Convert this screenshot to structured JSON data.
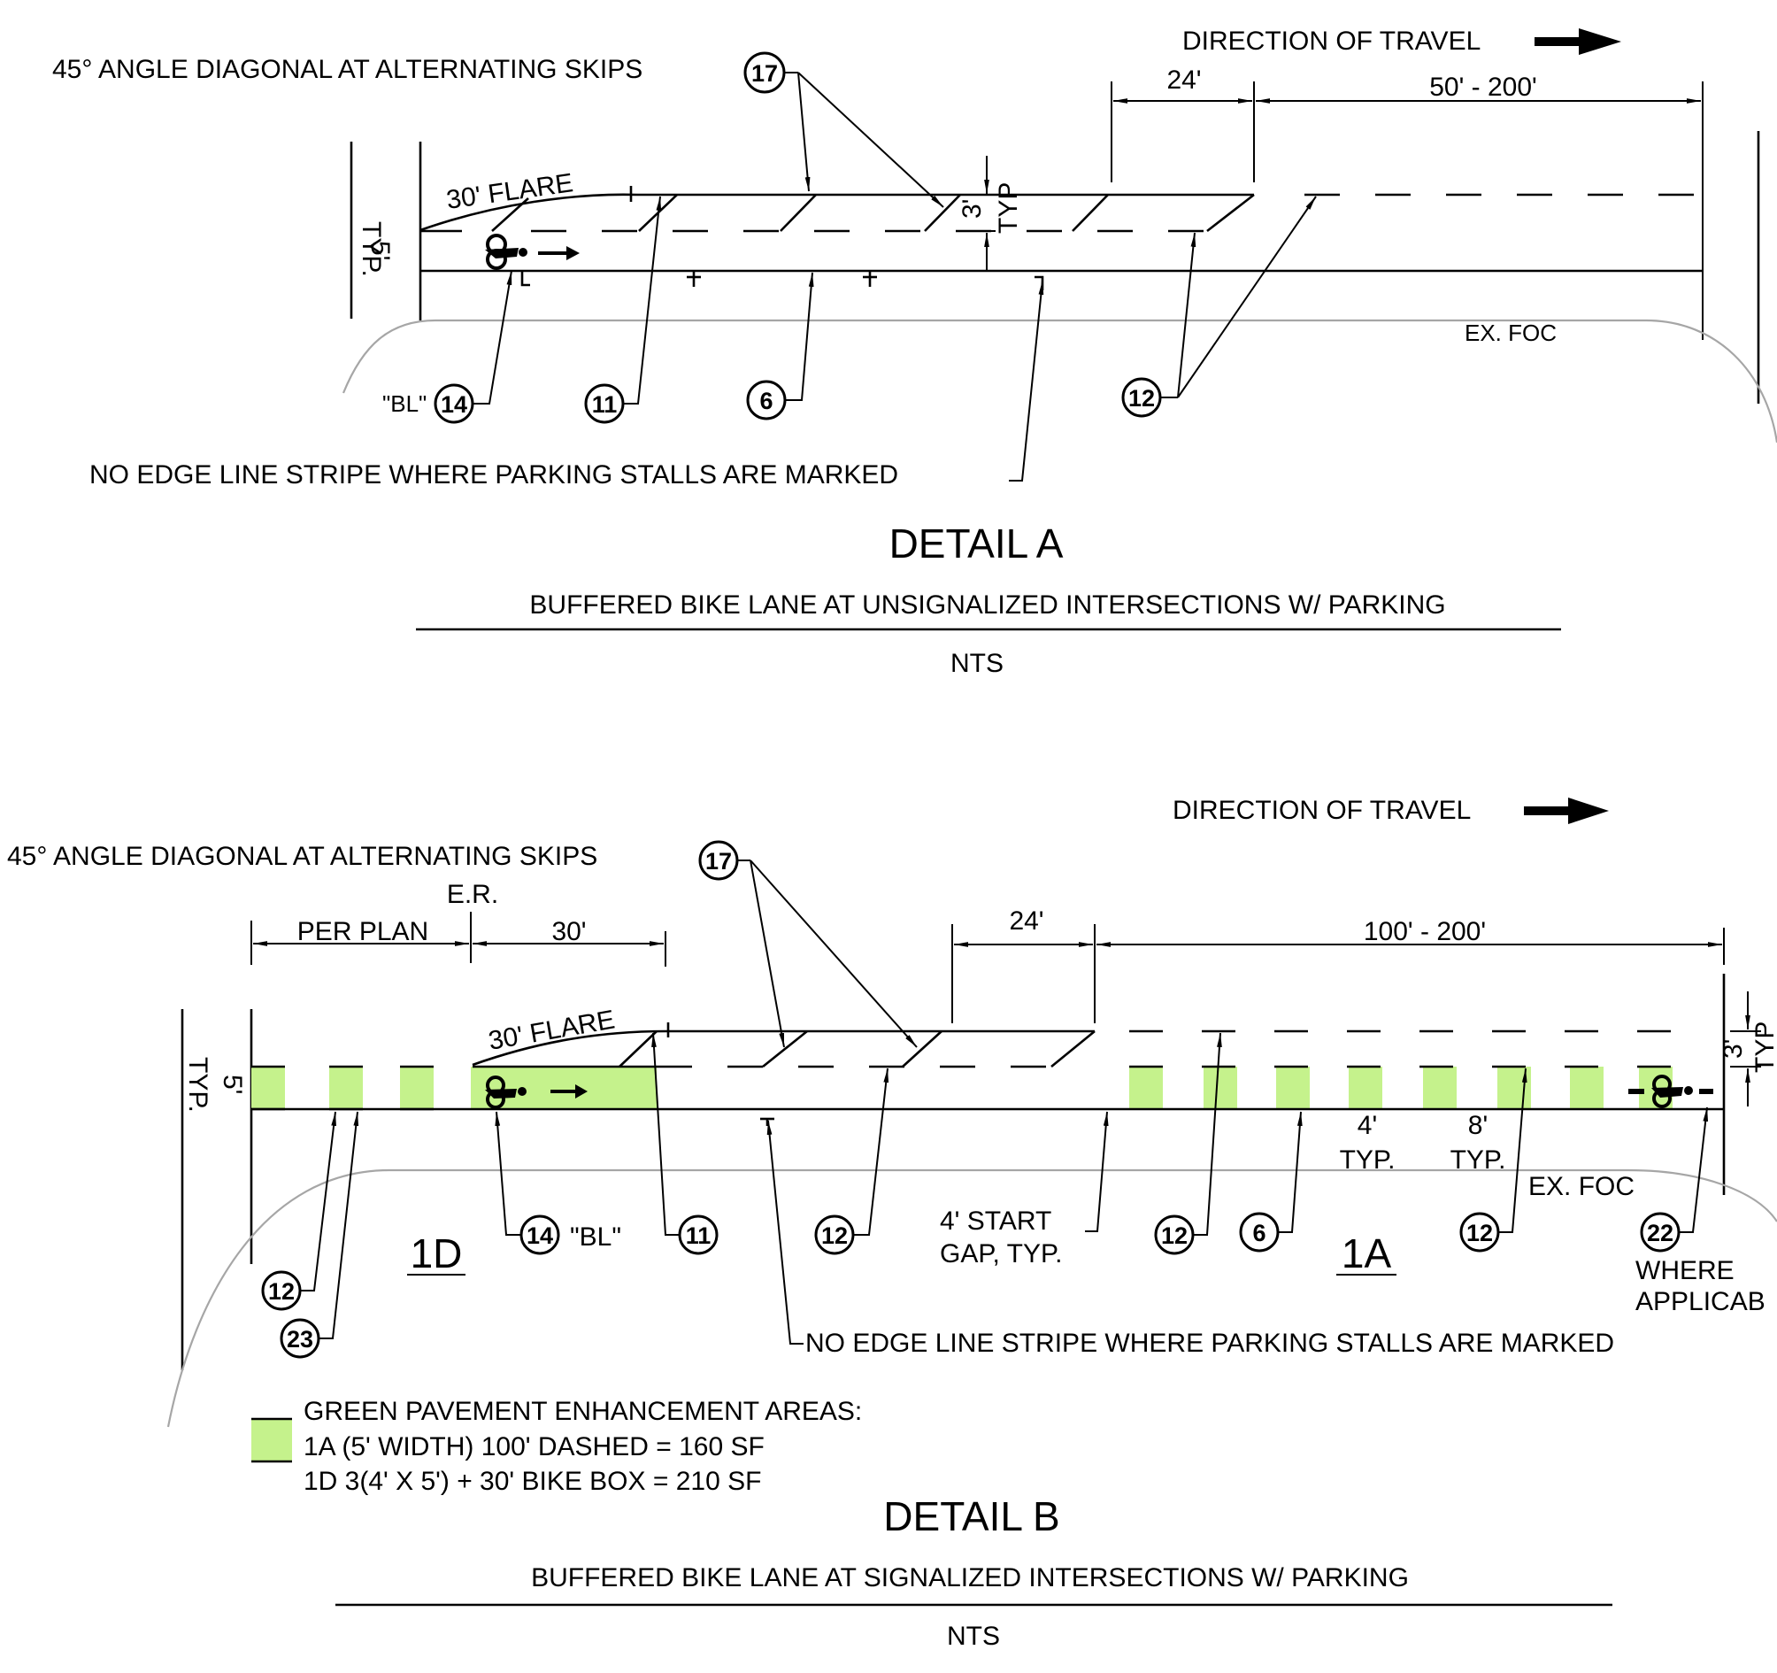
{
  "detail_a": {
    "direction_label": "DIRECTION OF TRAVEL",
    "diagonal_note": "45°  ANGLE DIAGONAL AT ALTERNATING SKIPS",
    "dim_24": "24'",
    "dim_50_200": "50' - 200'",
    "flare_label": "30' FLARE",
    "lane_width": "5'",
    "lane_width_typ": "TYP.",
    "buffer_width": "3'",
    "buffer_typ": "TYP",
    "ex_foc": "EX. FOC",
    "bl_label": "\"BL\"",
    "callouts": {
      "c17": "17",
      "c14": "14",
      "c11": "11",
      "c6": "6",
      "c12": "12"
    },
    "edge_note": "NO EDGE LINE STRIPE WHERE PARKING STALLS ARE MARKED",
    "title": "DETAIL A",
    "subtitle": "BUFFERED BIKE LANE AT UNSIGNALIZED INTERSECTIONS W/ PARKING",
    "scale": "NTS"
  },
  "detail_b": {
    "direction_label": "DIRECTION OF TRAVEL",
    "diagonal_note": "45°  ANGLE DIAGONAL AT ALTERNATING SKIPS",
    "er_label": "E.R.",
    "per_plan": "PER PLAN",
    "dim_30": "30'",
    "dim_24": "24'",
    "dim_100_200": "100' - 200'",
    "flare_label": "30' FLARE",
    "lane_width": "5'",
    "lane_width_typ": "TYP.",
    "buffer_width": "3'",
    "buffer_typ": "TYP",
    "dim_4_typ": "4'",
    "dim_8_typ": "8'",
    "typ": "TYP.",
    "ex_foc": "EX. FOC",
    "bl_label": "\"BL\"",
    "start_gap_1": "4' START",
    "start_gap_2": "GAP, TYP.",
    "zone_1d": "1D",
    "zone_1a": "1A",
    "where_1": "WHERE",
    "where_2": "APPLICAB",
    "callouts": {
      "c17": "17",
      "c14": "14",
      "c11": "11",
      "c12a": "12",
      "c12b": "12",
      "c6": "6",
      "c12c": "12",
      "c22": "22",
      "c12d": "12",
      "c23": "23"
    },
    "edge_note": "NO EDGE LINE STRIPE WHERE PARKING STALLS ARE MARKED",
    "legend": {
      "title": "GREEN PAVEMENT ENHANCEMENT AREAS:",
      "line1": "1A  (5' WIDTH) 100' DASHED = 160 SF",
      "line2": "1D  3(4' X 5') + 30' BIKE BOX = 210 SF",
      "color": "#c5f28c"
    },
    "title": "DETAIL B",
    "subtitle": "BUFFERED BIKE LANE AT SIGNALIZED INTERSECTIONS W/ PARKING",
    "scale": "NTS"
  }
}
